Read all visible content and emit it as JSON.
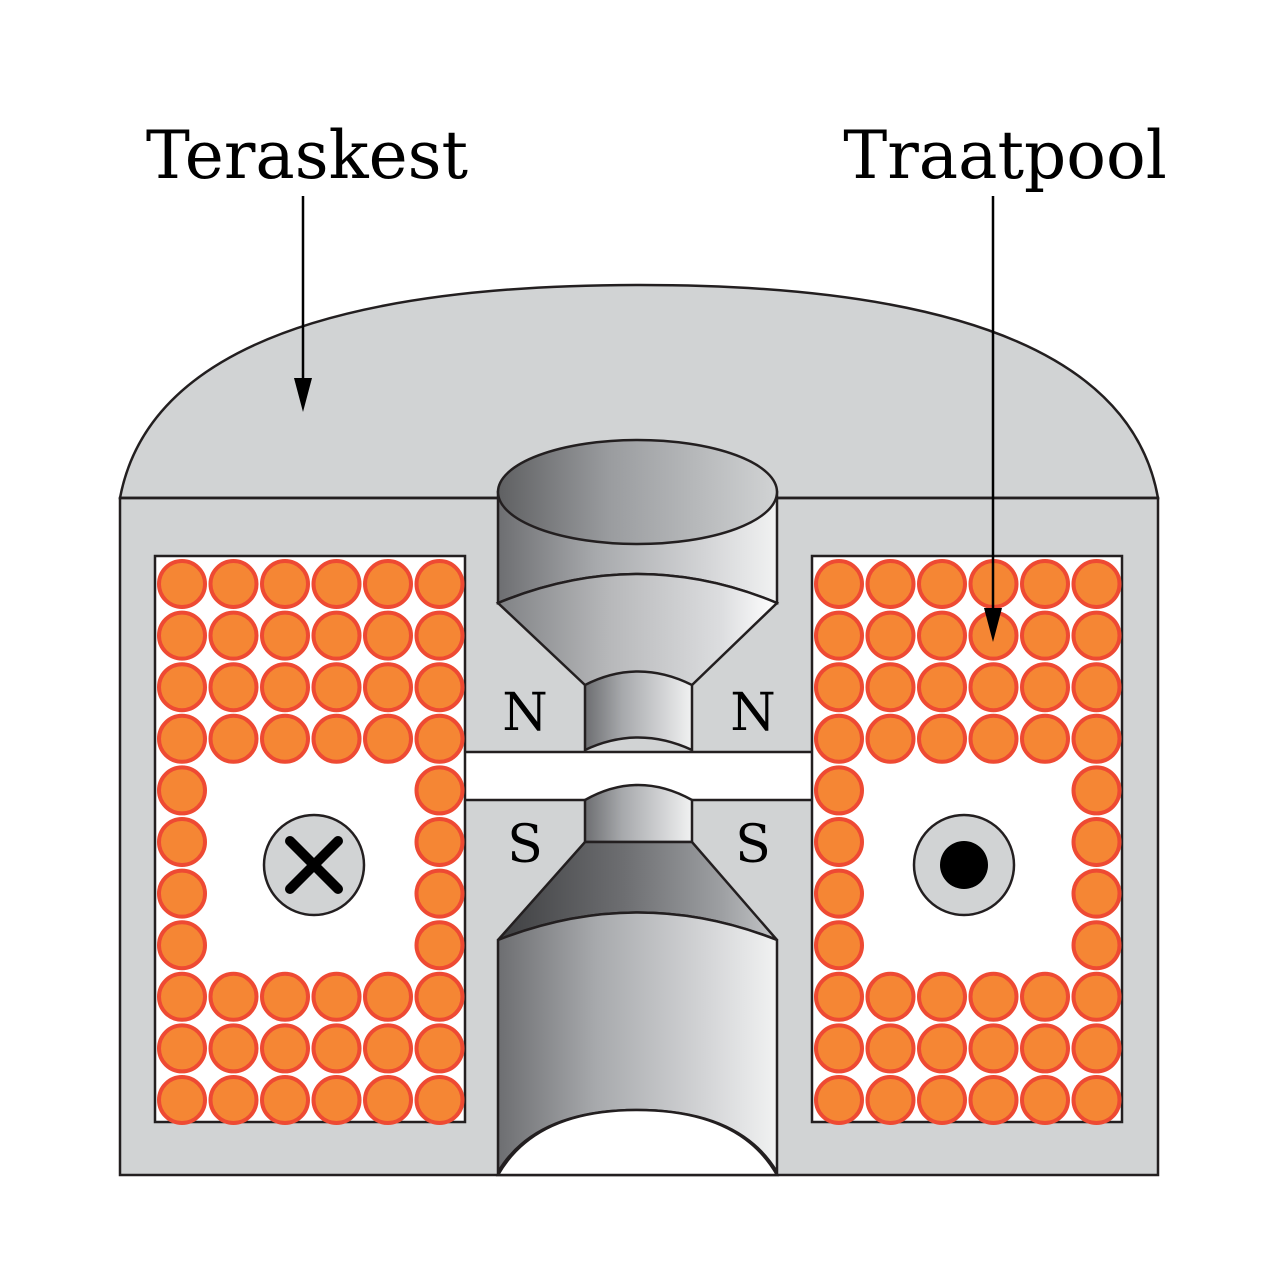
{
  "labels": {
    "core": "Teraskest",
    "coil": "Traatpool"
  },
  "poles": {
    "north_left": "N",
    "north_right": "N",
    "south_left": "S",
    "south_right": "S"
  },
  "current_direction": {
    "left": "into-page-cross-icon",
    "right": "out-of-page-dot-icon"
  },
  "colors": {
    "core": "#d1d3d4",
    "wire_fill": "#f58634",
    "wire_ring": "#ee4a33",
    "outline": "#231f20"
  }
}
